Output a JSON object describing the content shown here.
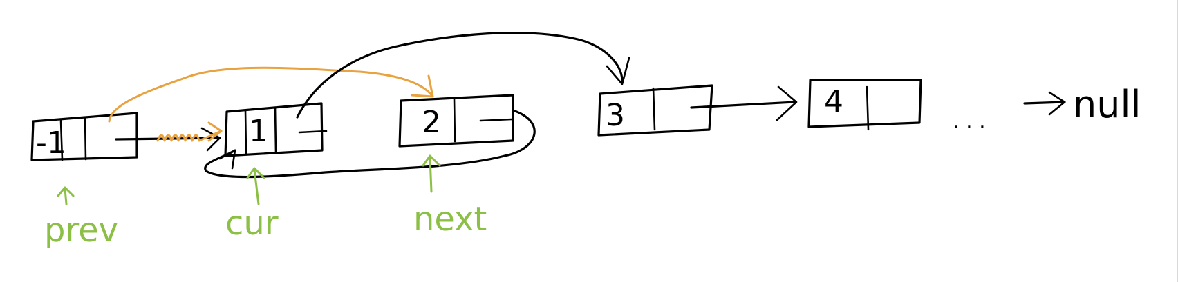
{
  "diagram": {
    "nodes": [
      {
        "id": "n-minus1",
        "value": "-1"
      },
      {
        "id": "n-1",
        "value": "1"
      },
      {
        "id": "n-2",
        "value": "2"
      },
      {
        "id": "n-3",
        "value": "3"
      },
      {
        "id": "n-4",
        "value": "4"
      }
    ],
    "pointers": {
      "prev": "prev",
      "cur": "cur",
      "next": "next"
    },
    "ellipsis": ". . .",
    "terminal": "null",
    "colors": {
      "ink": "#000000",
      "orange": "#e8a23f",
      "green": "#8cbf45",
      "background": "#ffffff"
    }
  }
}
